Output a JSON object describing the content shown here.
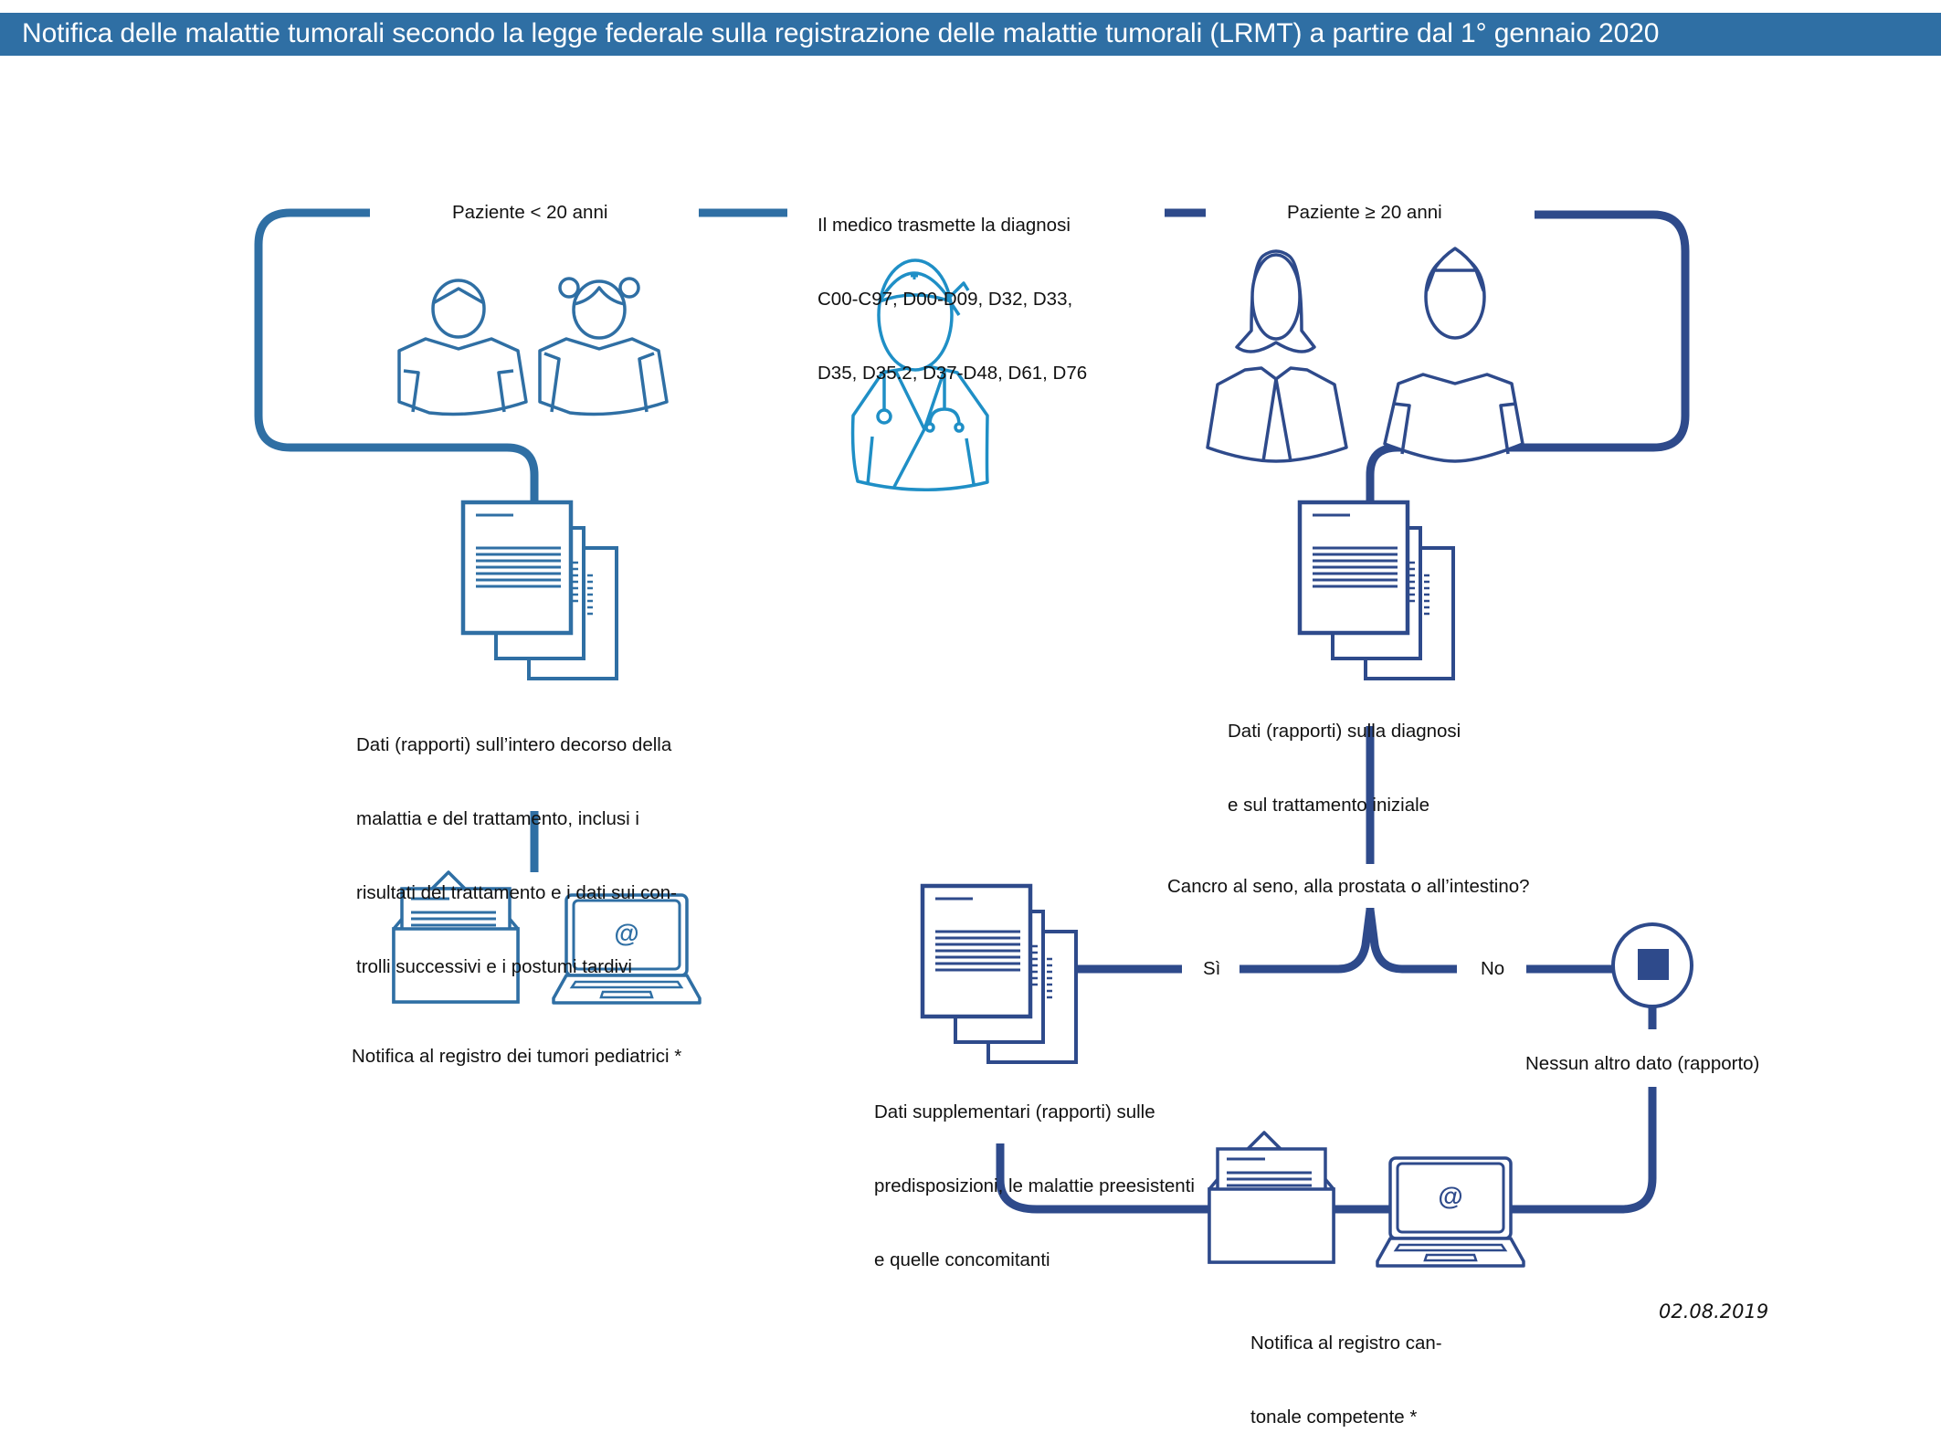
{
  "header": {
    "title": "Notifica delle malattie tumorali secondo la legge federale sulla registrazione delle malattie tumorali (LRMT) a partire dal 1° gennaio 2020"
  },
  "colors": {
    "header_bg": "#2f6fa4",
    "pediatric_blue": "#2f6fa4",
    "adult_navy": "#2e4a8b",
    "doctor_cyan": "#1f8fc6"
  },
  "center": {
    "doctor_text_lines": [
      "Il medico trasmette la diagnosi",
      "C00-C97, D00-D09, D32, D33,",
      "D35, D35.2, D37-D48, D61, D76"
    ],
    "icon": "doctor-icon"
  },
  "left_branch": {
    "label": "Paziente < 20 anni",
    "icons": [
      "boy-icon",
      "girl-icon"
    ],
    "document_icon": "document-stack-icon",
    "report_text_lines": [
      "Dati (rapporti) sull’intero decorso della",
      "malattia e del trattamento, inclusi i",
      "risultati del trattamento e i dati sui con-",
      "trolli successivi e i postumi tardivi"
    ],
    "channel_icons": [
      "envelope-letter-icon",
      "laptop-email-icon"
    ],
    "notification_text": "Notifica al registro dei tumori pediatrici *"
  },
  "right_branch": {
    "label": "Paziente ≥ 20 anni",
    "icons": [
      "woman-icon",
      "man-icon"
    ],
    "document_icon": "document-stack-icon",
    "report_text_lines": [
      "Dati (rapporti) sulla diagnosi",
      "e sul trattamento iniziale"
    ],
    "question": "Cancro al seno, alla prostata o all’intestino?",
    "yes_label": "Sì",
    "no_label": "No",
    "yes_text_lines": [
      "Dati supplementari (rapporti) sulle",
      "predisposizioni, le malattie preesistenti",
      "e quelle concomitanti"
    ],
    "no_text": "Nessun altro dato (rapporto)",
    "stop_icon": "stop-icon",
    "channel_icons": [
      "envelope-letter-icon",
      "laptop-email-icon"
    ],
    "notification_text_lines": [
      "Notifica al registro can-",
      "tonale competente *"
    ]
  },
  "footer": {
    "date": "02.08.2019"
  }
}
